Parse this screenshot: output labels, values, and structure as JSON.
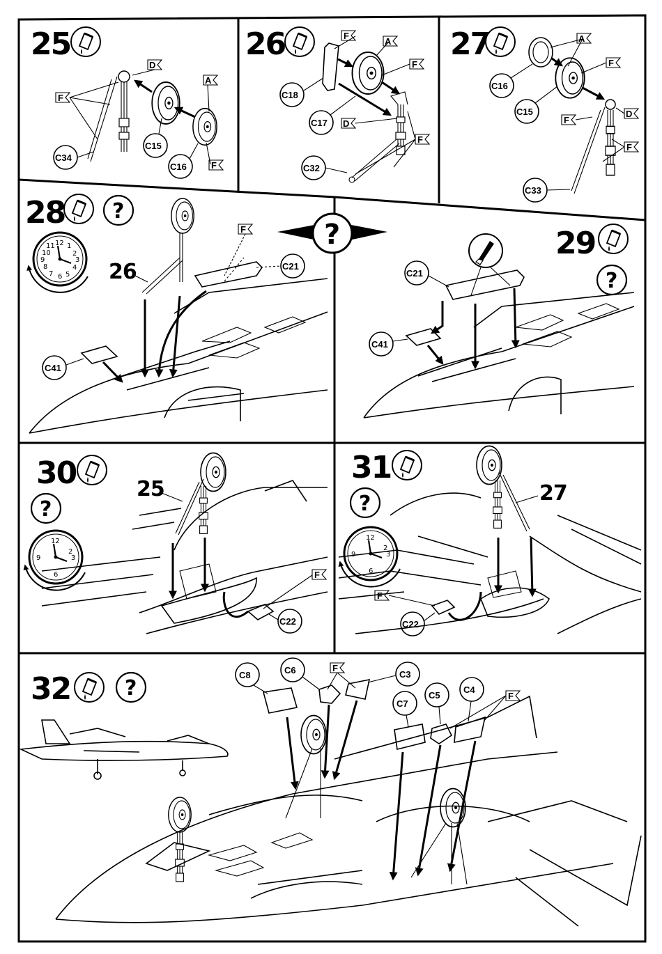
{
  "steps": [
    {
      "number": "25",
      "parts": [
        "C34",
        "C15",
        "C16"
      ],
      "flags": [
        "D",
        "A",
        "F",
        "F"
      ]
    },
    {
      "number": "26",
      "parts": [
        "C18",
        "C17",
        "C32"
      ],
      "flags": [
        "F",
        "A",
        "F",
        "D",
        "F"
      ]
    },
    {
      "number": "27",
      "parts": [
        "C16",
        "C15",
        "C33"
      ],
      "flags": [
        "A",
        "F",
        "F",
        "D",
        "F"
      ]
    },
    {
      "number": "28",
      "ref": "26",
      "parts": [
        "C21",
        "C41"
      ],
      "flags": [
        "F"
      ]
    },
    {
      "number": "29",
      "parts": [
        "C21",
        "C41"
      ]
    },
    {
      "number": "30",
      "ref": "25",
      "parts": [
        "C22"
      ],
      "flags": [
        "F"
      ]
    },
    {
      "number": "31",
      "ref": "27",
      "parts": [
        "C22"
      ],
      "flags": [
        "F"
      ]
    },
    {
      "number": "32",
      "parts": [
        "C8",
        "C6",
        "C3",
        "C7",
        "C5",
        "C4"
      ],
      "flags": [
        "F",
        "F"
      ]
    }
  ],
  "question_mark": "?",
  "clock_numerals": [
    "12",
    "1",
    "2",
    "3",
    "4",
    "5",
    "6",
    "7",
    "8",
    "9",
    "10",
    "11"
  ],
  "icons": [
    "paint-bottle-icon",
    "glue-tube-icon",
    "question-icon",
    "clock-icon",
    "knife-icon"
  ]
}
